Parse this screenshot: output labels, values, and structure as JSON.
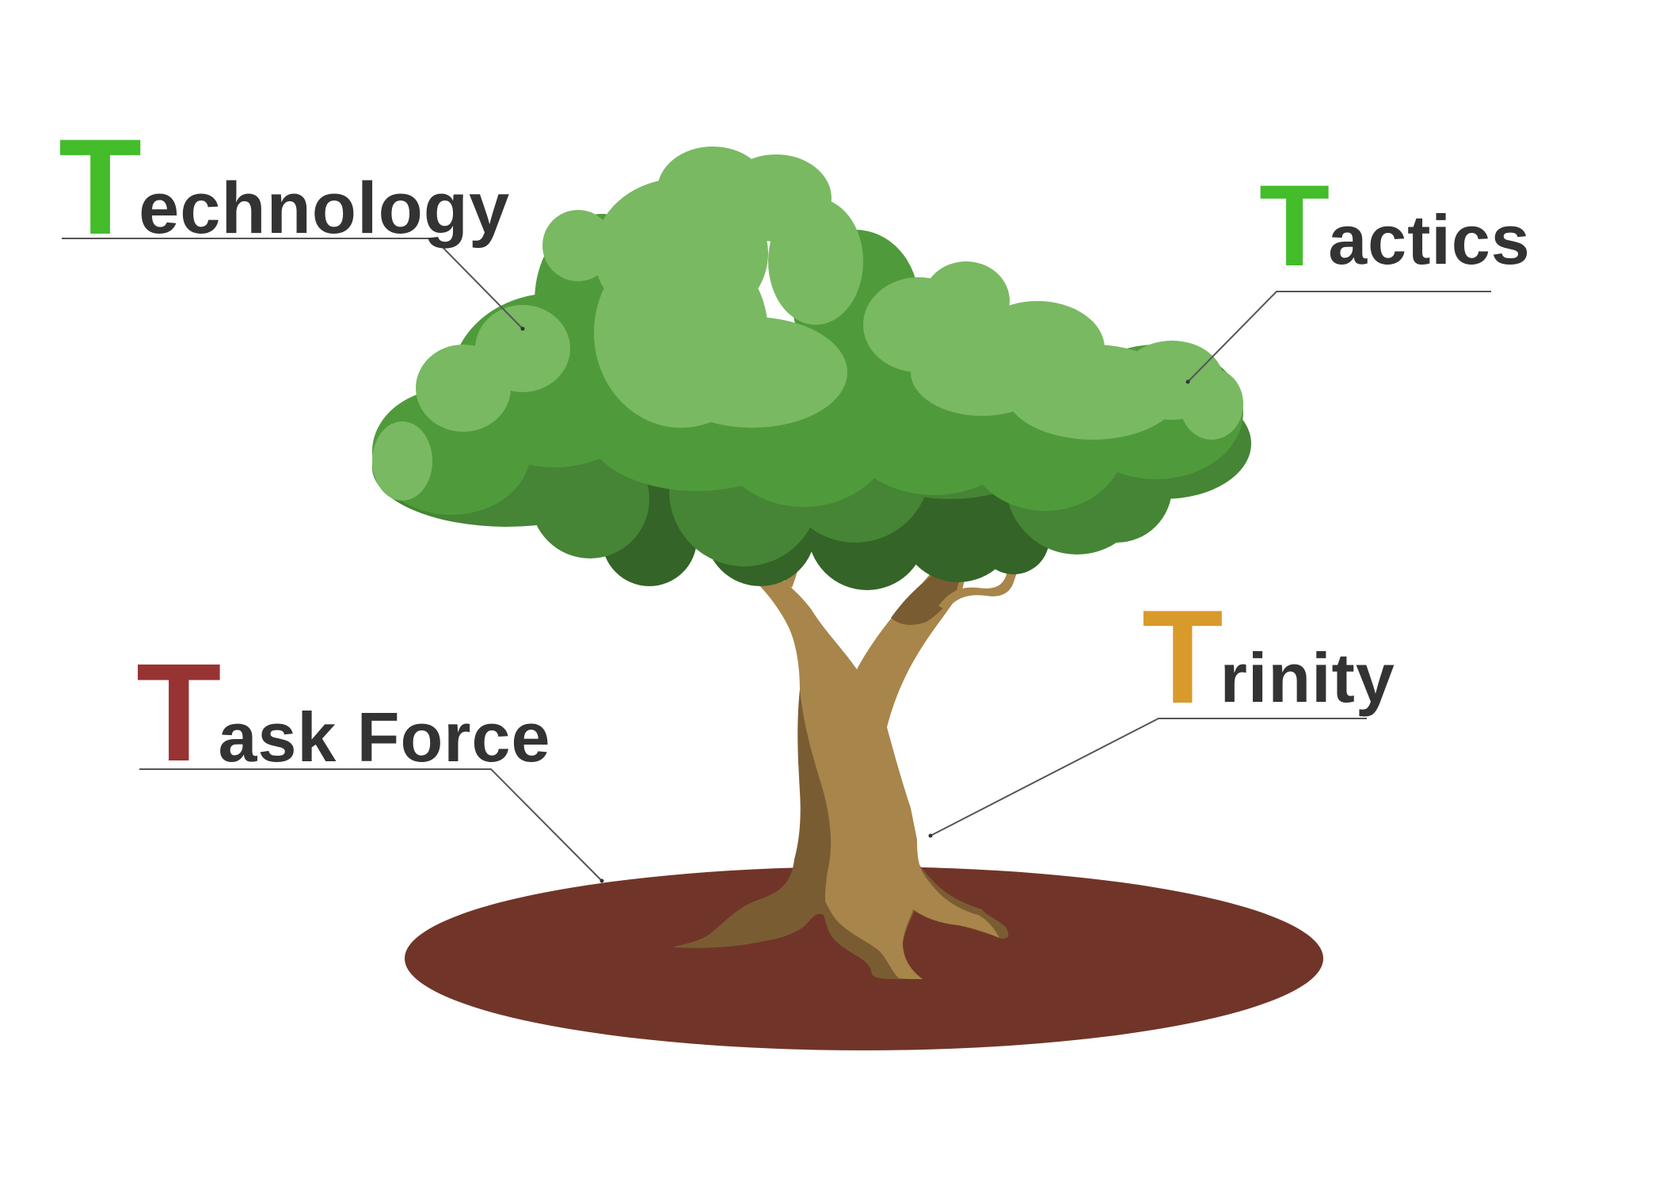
{
  "diagram": {
    "subject": "tree",
    "labels": [
      {
        "id": "technology",
        "initial": "T",
        "rest": "echnology",
        "initial_color": "#43bd2a",
        "points_to": "canopy-left"
      },
      {
        "id": "tactics",
        "initial": "T",
        "rest": "actics",
        "initial_color": "#43bd2a",
        "points_to": "canopy-right"
      },
      {
        "id": "task-force",
        "initial": "T",
        "rest": "ask Force",
        "initial_color": "#973333",
        "points_to": "ground"
      },
      {
        "id": "trinity",
        "initial": "T",
        "rest": "rinity",
        "initial_color": "#d99a2c",
        "points_to": "trunk"
      }
    ]
  },
  "colors": {
    "text": "#333333",
    "leader_line": "#555555",
    "leaf_light": "#79b962",
    "leaf_mid": "#4f9b3b",
    "leaf_dark": "#458535",
    "leaf_darkest": "#346427",
    "trunk_light": "#a8854a",
    "trunk_dark": "#7a5c33",
    "ground": "#703528"
  }
}
